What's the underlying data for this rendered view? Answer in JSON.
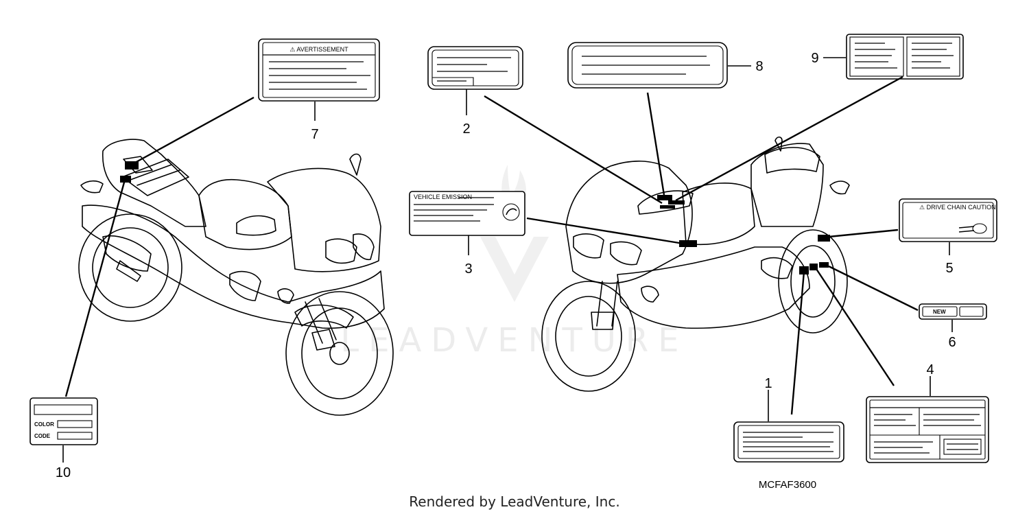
{
  "callouts": [
    "1",
    "2",
    "3",
    "4",
    "5",
    "6",
    "7",
    "8",
    "9",
    "10"
  ],
  "labels": {
    "warning_title": "⚠ AVERTISSEMENT",
    "color_label": "COLOR",
    "code_label": "CODE",
    "chain_caution": "⚠ DRIVE CHAIN CAUTION",
    "vehicle_emission": "VEHICLE EMISSION",
    "new_tag": "NEW"
  },
  "diagram_code": "MCFAF3600",
  "watermark": "LEADVENTURE",
  "footer": "Rendered by LeadVenture, Inc."
}
